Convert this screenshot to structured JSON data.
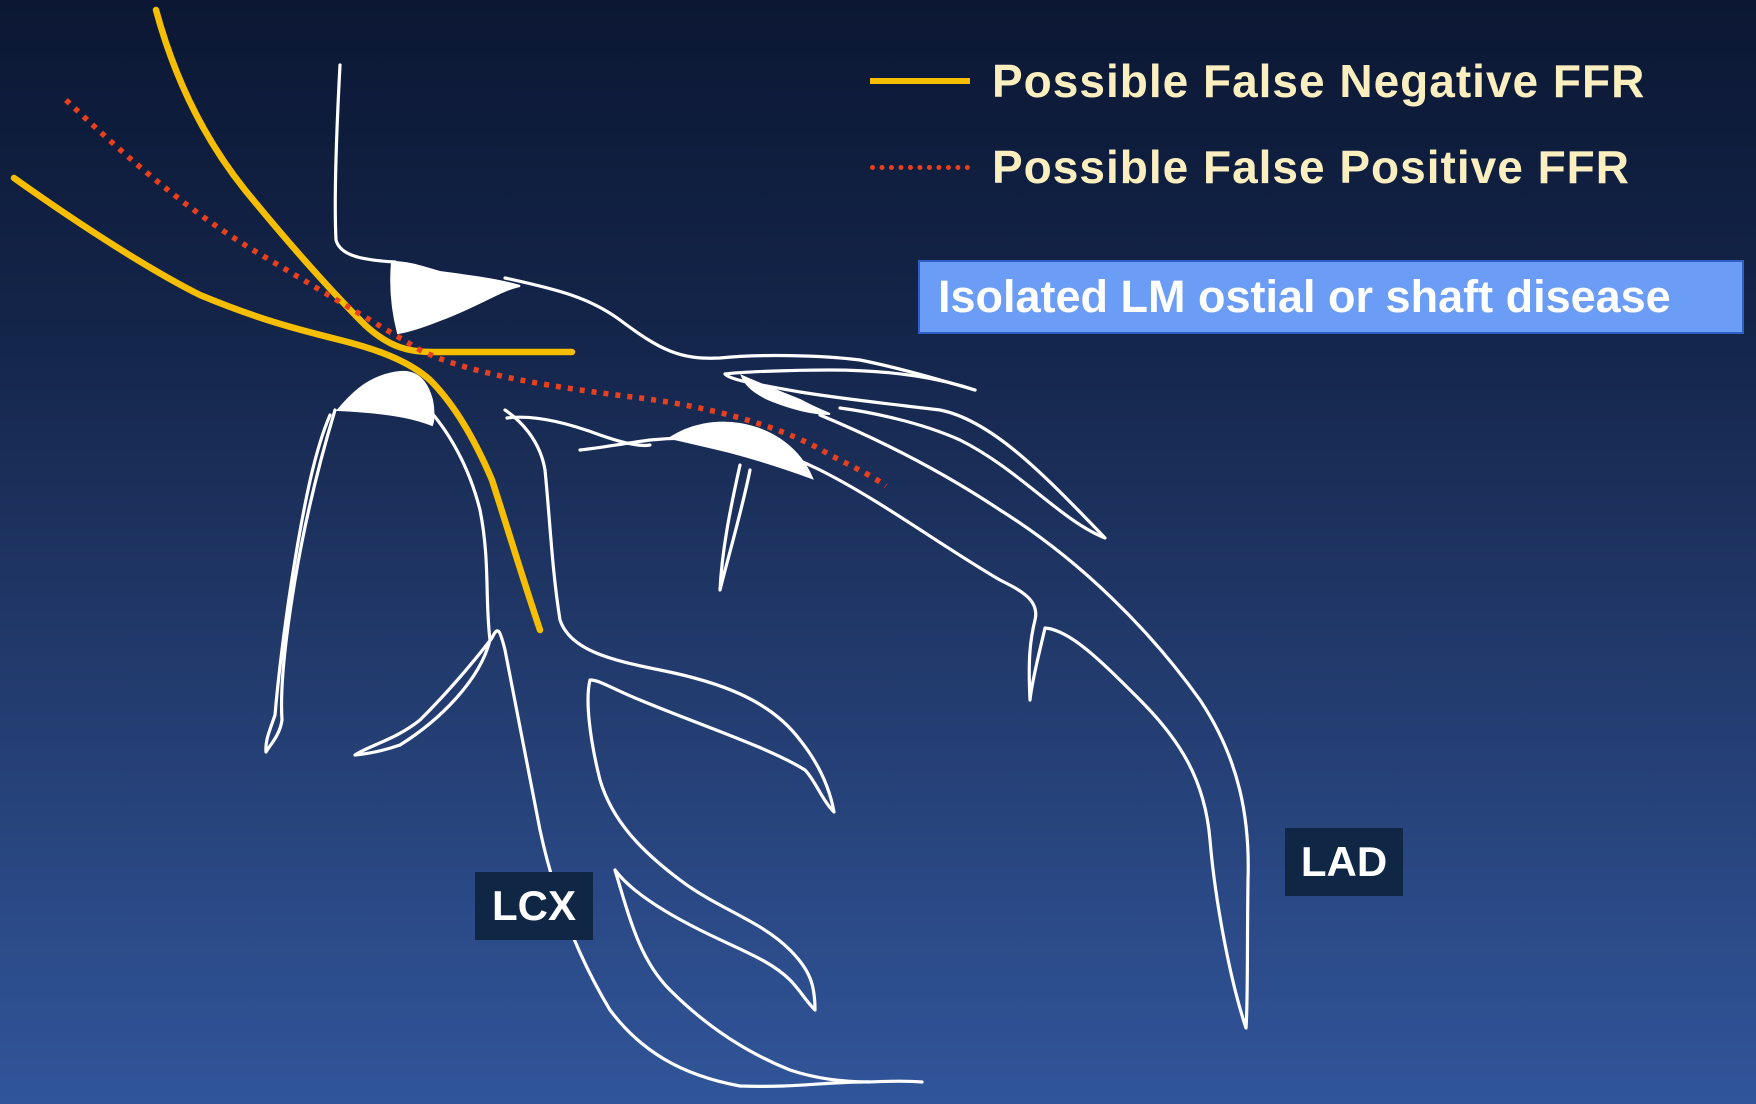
{
  "legend": {
    "false_negative_label": "Possible False Negative FFR",
    "false_positive_label": "Possible False Positive FFR",
    "false_negative_color": "#f5be00",
    "false_positive_color": "#e8401e"
  },
  "callout": {
    "text": "Isolated LM ostial or shaft disease",
    "background": "#6b9cf6"
  },
  "labels": {
    "lcx": "LCX",
    "lad": "LAD"
  },
  "colors": {
    "vessel_outline": "#ffffff",
    "background_top": "#0b1733",
    "background_bottom": "#31559a"
  }
}
